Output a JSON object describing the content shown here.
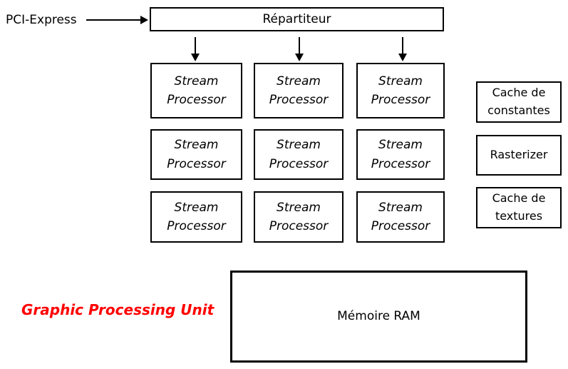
{
  "diagram": {
    "pci_express_label": "PCI-Express",
    "repartiteur_label": "Répartiteur",
    "stream_processors": [
      {
        "line1": "Stream",
        "line2": "Processor"
      },
      {
        "line1": "Stream",
        "line2": "Processor"
      },
      {
        "line1": "Stream",
        "line2": "Processor"
      },
      {
        "line1": "Stream",
        "line2": "Processor"
      },
      {
        "line1": "Stream",
        "line2": "Processor"
      },
      {
        "line1": "Stream",
        "line2": "Processor"
      },
      {
        "line1": "Stream",
        "line2": "Processor"
      },
      {
        "line1": "Stream",
        "line2": "Processor"
      },
      {
        "line1": "Stream",
        "line2": "Processor"
      }
    ],
    "side_boxes": [
      {
        "line1": "Cache de",
        "line2": "constantes"
      },
      {
        "line1": "Rasterizer",
        "line2": ""
      },
      {
        "line1": "Cache de",
        "line2": "textures"
      }
    ],
    "memory_label": "Mémoire RAM",
    "gpu_label": "Graphic Processing Unit",
    "colors": {
      "border": "#000000",
      "text": "#000000",
      "gpu_label": "#ff0000",
      "background": "#ffffff"
    }
  }
}
